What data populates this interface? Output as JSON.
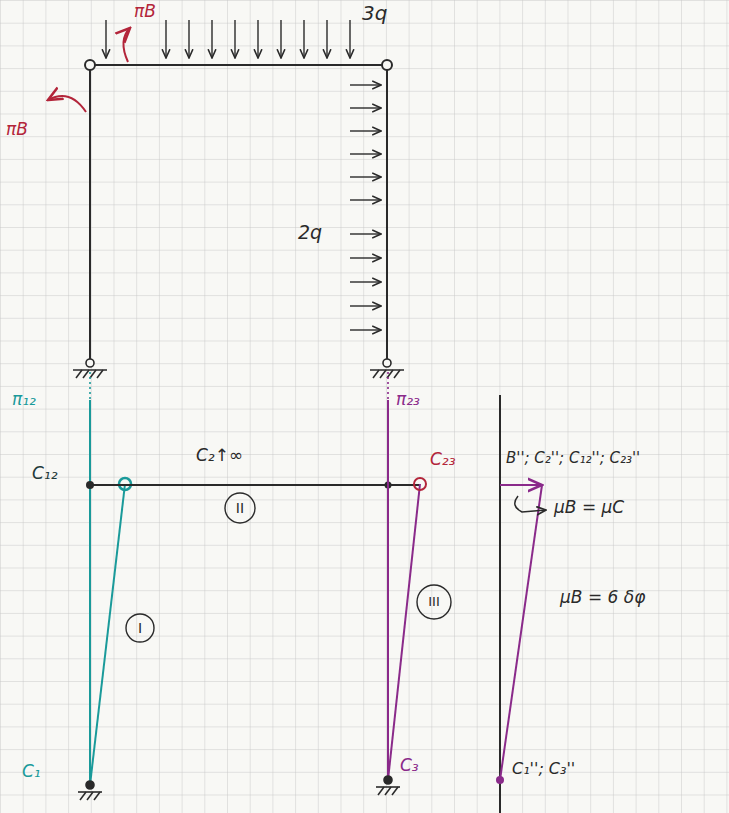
{
  "diagram": {
    "labels": [
      "3q",
      "2q",
      "πB",
      "πB",
      "π₁₂",
      "C₁₂",
      "C₂↑∞",
      "II",
      "I",
      "π₂₃",
      "C₂₃",
      "III",
      "C₁",
      "C₃",
      "B''; C₂''; C₁₂''; C₂₃''",
      "μB = μC",
      "μB = 6 δφ",
      "C₁''; C₃''"
    ]
  }
}
